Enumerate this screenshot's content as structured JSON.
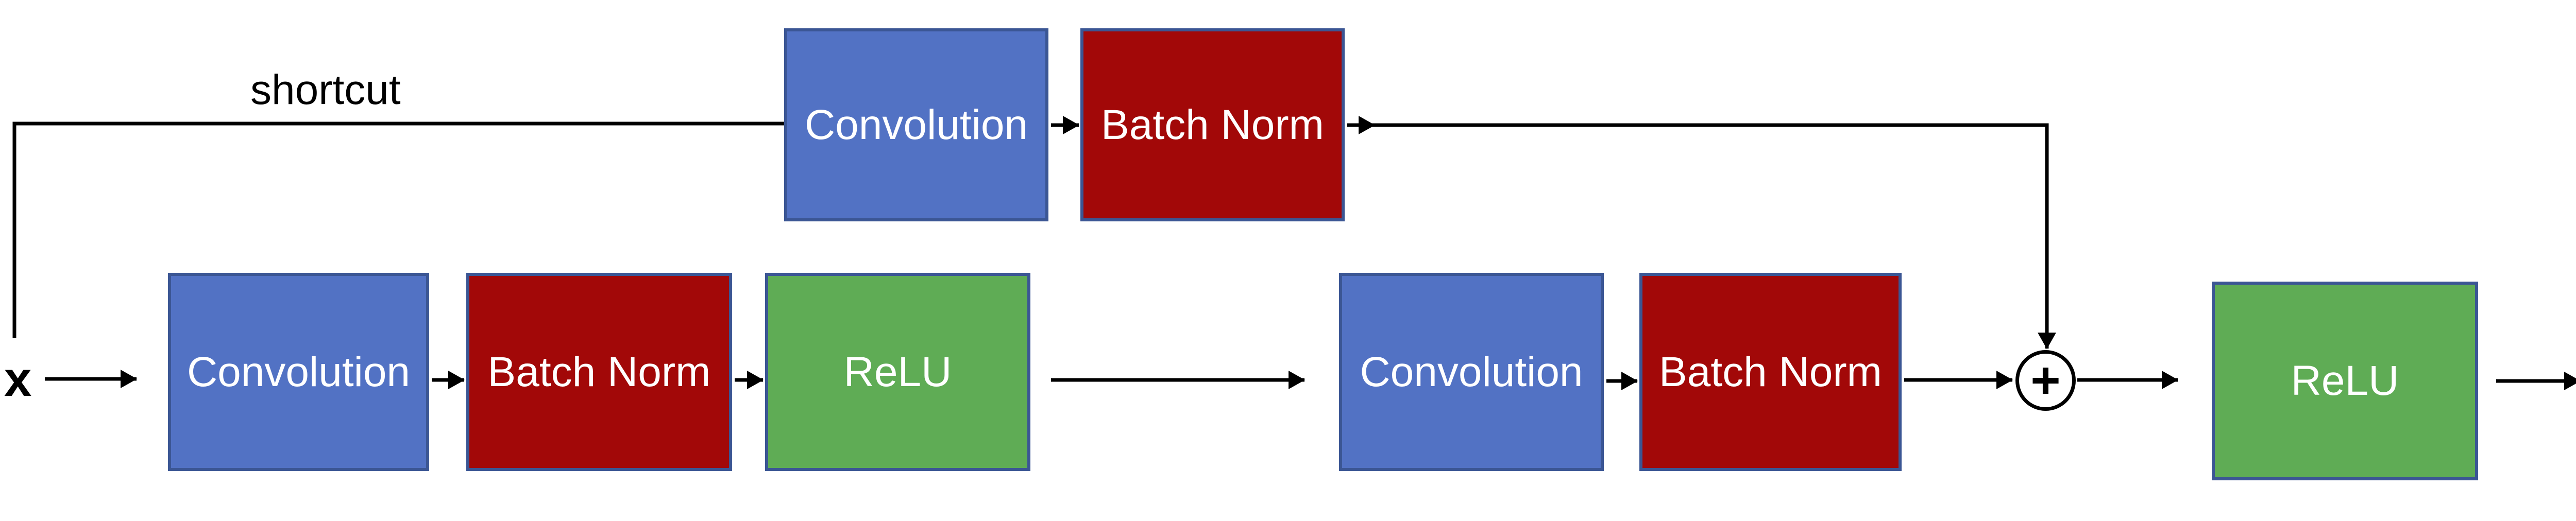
{
  "diagram": {
    "input_label": "x",
    "shortcut_label": "shortcut",
    "sum_label": "+",
    "top_row": [
      {
        "label": "Convolution",
        "type": "convolution"
      },
      {
        "label": "Batch Norm",
        "type": "batch-norm"
      }
    ],
    "bottom_row": [
      {
        "label": "Convolution",
        "type": "convolution"
      },
      {
        "label": "Batch Norm",
        "type": "batch-norm"
      },
      {
        "label": "ReLU",
        "type": "relu"
      },
      {
        "label": "Convolution",
        "type": "convolution"
      },
      {
        "label": "Batch Norm",
        "type": "batch-norm"
      },
      {
        "label": "ReLU",
        "type": "relu"
      }
    ]
  },
  "colors": {
    "box_blue": "#5272C4",
    "box_red": "#A20808",
    "box_green": "#5FAC55",
    "box_border": "#3B5694",
    "box_text": "#FFFFFF",
    "line": "#000000"
  }
}
